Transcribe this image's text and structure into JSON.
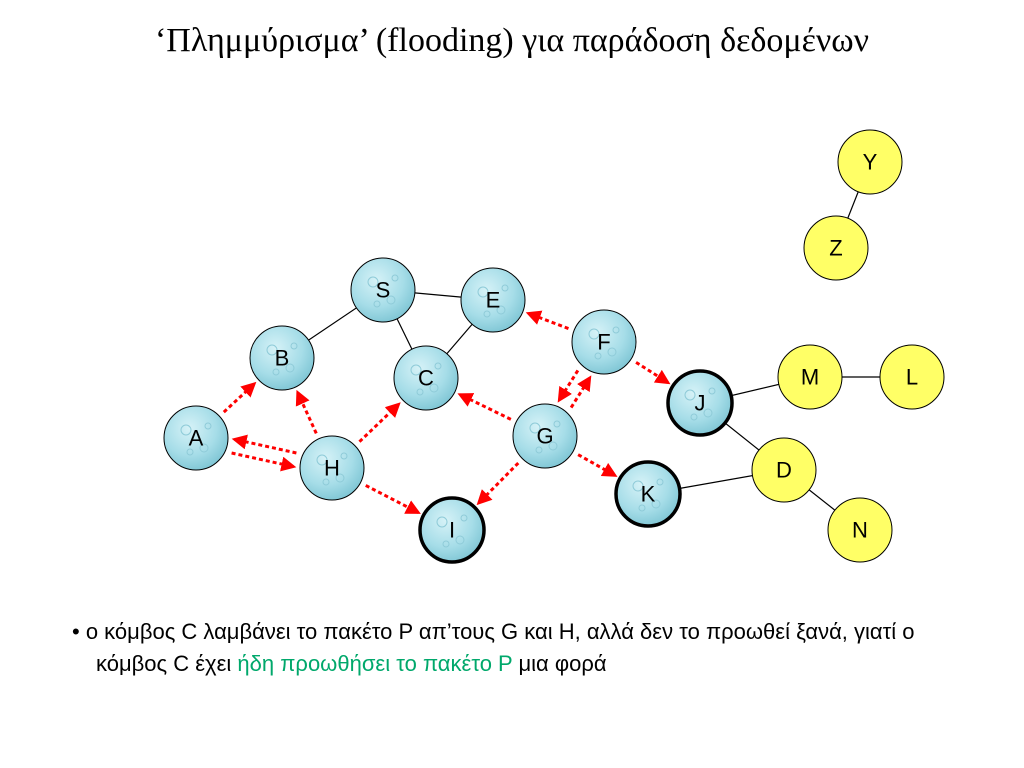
{
  "title": "‘Πλημμύρισμα’ (flooding) για παράδοση δεδομένων",
  "colors": {
    "blue_node": "#a6dde8",
    "yellow_node": "#ffff66",
    "arrow": "#ff0000",
    "edge": "#000000",
    "highlight": "#00a86b"
  },
  "nodes": [
    {
      "id": "S",
      "label": "S",
      "style": "blue",
      "bold": false
    },
    {
      "id": "E",
      "label": "E",
      "style": "blue",
      "bold": false
    },
    {
      "id": "B",
      "label": "B",
      "style": "blue",
      "bold": false
    },
    {
      "id": "C",
      "label": "C",
      "style": "blue",
      "bold": false
    },
    {
      "id": "F",
      "label": "F",
      "style": "blue",
      "bold": false
    },
    {
      "id": "A",
      "label": "A",
      "style": "blue",
      "bold": false
    },
    {
      "id": "H",
      "label": "H",
      "style": "blue",
      "bold": false
    },
    {
      "id": "G",
      "label": "G",
      "style": "blue",
      "bold": false
    },
    {
      "id": "I",
      "label": "I",
      "style": "blue",
      "bold": true
    },
    {
      "id": "J",
      "label": "J",
      "style": "blue",
      "bold": true
    },
    {
      "id": "K",
      "label": "K",
      "style": "blue",
      "bold": true
    },
    {
      "id": "Y",
      "label": "Y",
      "style": "yellow",
      "bold": false
    },
    {
      "id": "Z",
      "label": "Z",
      "style": "yellow",
      "bold": false
    },
    {
      "id": "M",
      "label": "M",
      "style": "yellow",
      "bold": false
    },
    {
      "id": "L",
      "label": "L",
      "style": "yellow",
      "bold": false
    },
    {
      "id": "D",
      "label": "D",
      "style": "yellow",
      "bold": false
    },
    {
      "id": "N",
      "label": "N",
      "style": "yellow",
      "bold": false
    }
  ],
  "links": [
    [
      "S",
      "E"
    ],
    [
      "S",
      "B"
    ],
    [
      "S",
      "C"
    ],
    [
      "E",
      "C"
    ],
    [
      "Y",
      "Z"
    ],
    [
      "J",
      "M"
    ],
    [
      "M",
      "L"
    ],
    [
      "J",
      "D"
    ],
    [
      "K",
      "D"
    ],
    [
      "D",
      "N"
    ]
  ],
  "flood_arrows": [
    [
      "A",
      "B"
    ],
    [
      "H",
      "A"
    ],
    [
      "A",
      "H"
    ],
    [
      "H",
      "B"
    ],
    [
      "H",
      "C"
    ],
    [
      "H",
      "I"
    ],
    [
      "G",
      "C"
    ],
    [
      "G",
      "I"
    ],
    [
      "G",
      "K"
    ],
    [
      "G",
      "F"
    ],
    [
      "F",
      "G"
    ],
    [
      "F",
      "E"
    ],
    [
      "F",
      "J"
    ]
  ],
  "bullet": {
    "marker": "•",
    "text_before": "ο κόμβος C λαμβάνει το πακέτο P απ’τους G και H, αλλά δεν το προωθεί ξανά, γιατί ο κόμβος C έχει ",
    "highlight": "ήδη προωθήσει το πακέτο P",
    "text_after": " μια φορά"
  }
}
